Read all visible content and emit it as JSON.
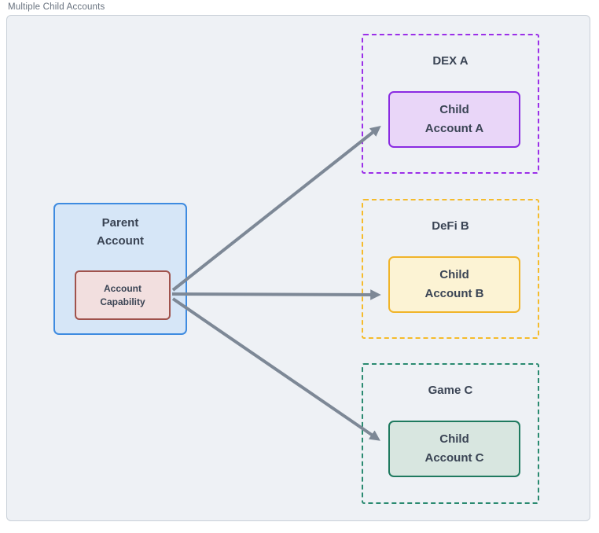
{
  "title": "Multiple Child Accounts",
  "colors": {
    "frame_bg": "#eef1f5",
    "frame_border": "#c9d0d8",
    "title_text": "#67717e",
    "label_text": "#3a4454",
    "arrow": "#7d8896",
    "parent_fill": "#d6e6f7",
    "parent_border": "#3e8be0",
    "capability_fill": "#f2dfdf",
    "capability_border": "#a0524c",
    "dex_dash": "#9b2fe8",
    "dex_fill": "#e9d6f8",
    "dex_border": "#8a2be2",
    "defi_dash": "#f5bb2b",
    "defi_fill": "#fcf3d4",
    "defi_border": "#f0b429",
    "game_dash": "#2a8a70",
    "game_fill": "#d8e6e0",
    "game_border": "#1f7a5f"
  },
  "parent": {
    "label_line1": "Parent",
    "label_line2": "Account",
    "capability_line1": "Account",
    "capability_line2": "Capability"
  },
  "children": [
    {
      "group_label": "DEX A",
      "box_line1": "Child",
      "box_line2": "Account A"
    },
    {
      "group_label": "DeFi B",
      "box_line1": "Child",
      "box_line2": "Account B"
    },
    {
      "group_label": "Game C",
      "box_line1": "Child",
      "box_line2": "Account C"
    }
  ]
}
